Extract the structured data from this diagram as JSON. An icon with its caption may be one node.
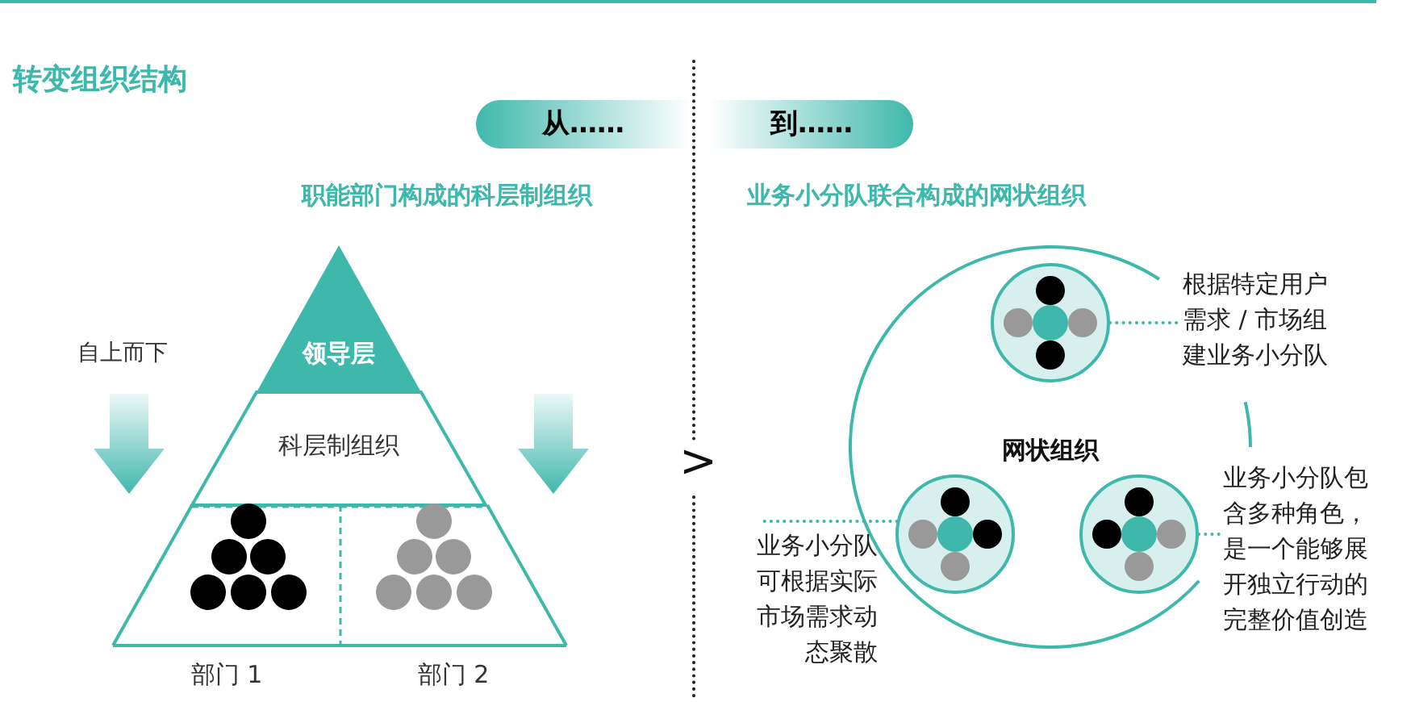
{
  "diagram": {
    "title": "转变组织结构",
    "nodes": [
      {
        "text": [
          "从……"
        ]
      },
      {
        "text": [
          "到……"
        ]
      },
      {
        "text": [
          "领导层"
        ]
      },
      {
        "text": [
          "科层制组织"
        ]
      },
      {
        "text": [
          "部门 1"
        ]
      },
      {
        "text": [
          "部门 2"
        ]
      },
      {
        "text": [
          "网状组织"
        ]
      },
      {
        "text": [],
        "shape": "circle",
        "in": 6
      },
      {
        "text": [
          "根据特定用户需求 / 市场组建业务小分队"
        ]
      },
      {
        "text": [],
        "shape": "circle",
        "in": 6
      },
      {
        "text": [],
        "shape": "circle",
        "in": 6
      },
      {
        "text": [
          "业务小分队可根据实际市场需求动态聚散"
        ]
      },
      {
        "text": [
          "业务小分队包含多种角色，是一个能够展开独立行动的完整价值创造"
        ]
      }
    ],
    "edges": [
      {
        "from": 7,
        "to": 8,
        "arrow": "none",
        "style": "dashed"
      },
      {
        "from": 9,
        "to": 11,
        "arrow": "none",
        "style": "dashed"
      },
      {
        "from": 10,
        "to": 12,
        "arrow": "none",
        "style": "dashed"
      }
    ],
    "labels": [
      "职能部门构成的科层制组织",
      "业务小分队联合构成的网状组织",
      "自上而下",
      ">"
    ]
  }
}
